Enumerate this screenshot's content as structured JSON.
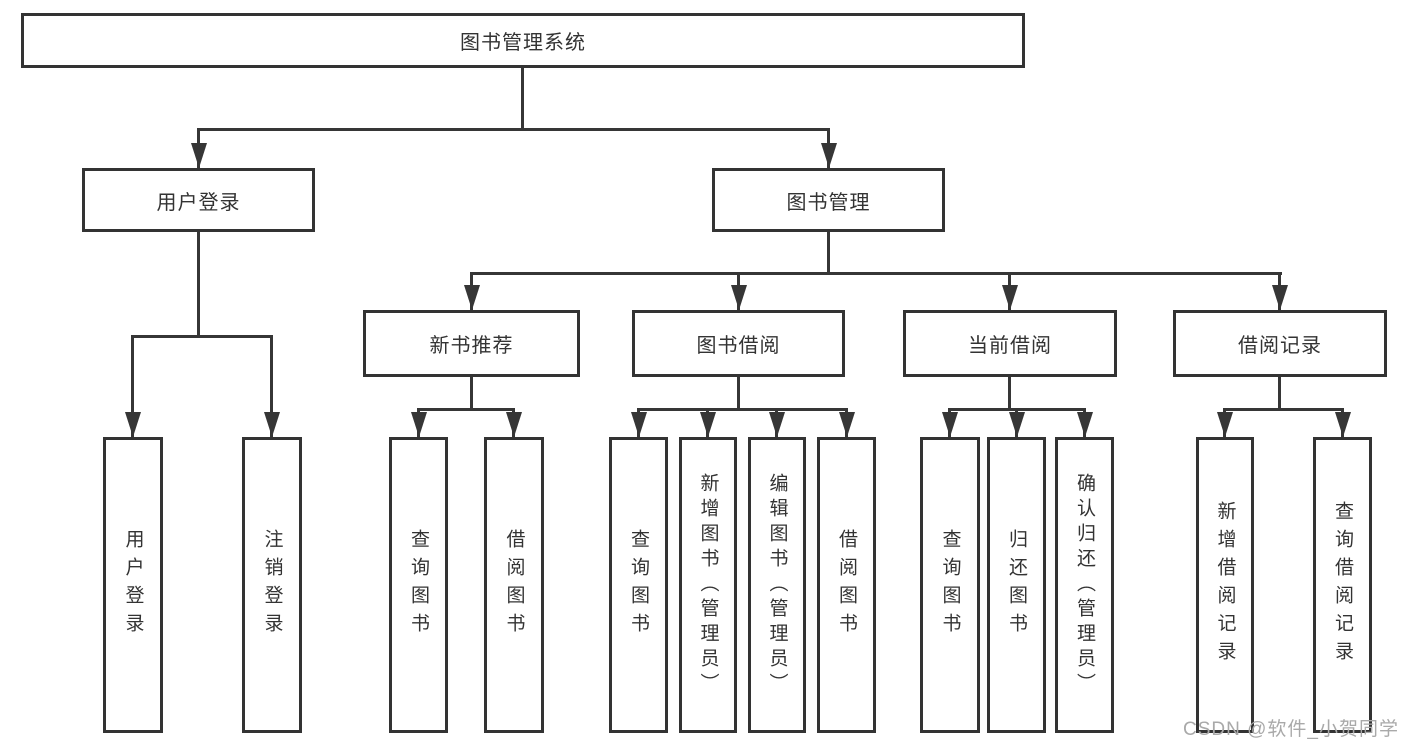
{
  "colors": {
    "line": "#363636",
    "box_border": "#333333",
    "text": "#333333",
    "watermark": "#a9a9a9",
    "background": "#ffffff"
  },
  "watermark": {
    "text": "CSDN @软件_小贺同学"
  },
  "tree": {
    "label": "图书管理系统",
    "children": [
      {
        "label": "用户登录",
        "children": [
          {
            "label": "用户登录"
          },
          {
            "label": "注销登录"
          }
        ]
      },
      {
        "label": "图书管理",
        "children": [
          {
            "label": "新书推荐",
            "children": [
              {
                "label": "查询图书"
              },
              {
                "label": "借阅图书"
              }
            ]
          },
          {
            "label": "图书借阅",
            "children": [
              {
                "label": "查询图书"
              },
              {
                "label": "新增图书（管理员）"
              },
              {
                "label": "编辑图书（管理员）"
              },
              {
                "label": "借阅图书"
              }
            ]
          },
          {
            "label": "当前借阅",
            "children": [
              {
                "label": "查询图书"
              },
              {
                "label": "归还图书"
              },
              {
                "label": "确认归还（管理员）"
              }
            ]
          },
          {
            "label": "借阅记录",
            "children": [
              {
                "label": "新增借阅记录"
              },
              {
                "label": "查询借阅记录"
              }
            ]
          }
        ]
      }
    ]
  }
}
